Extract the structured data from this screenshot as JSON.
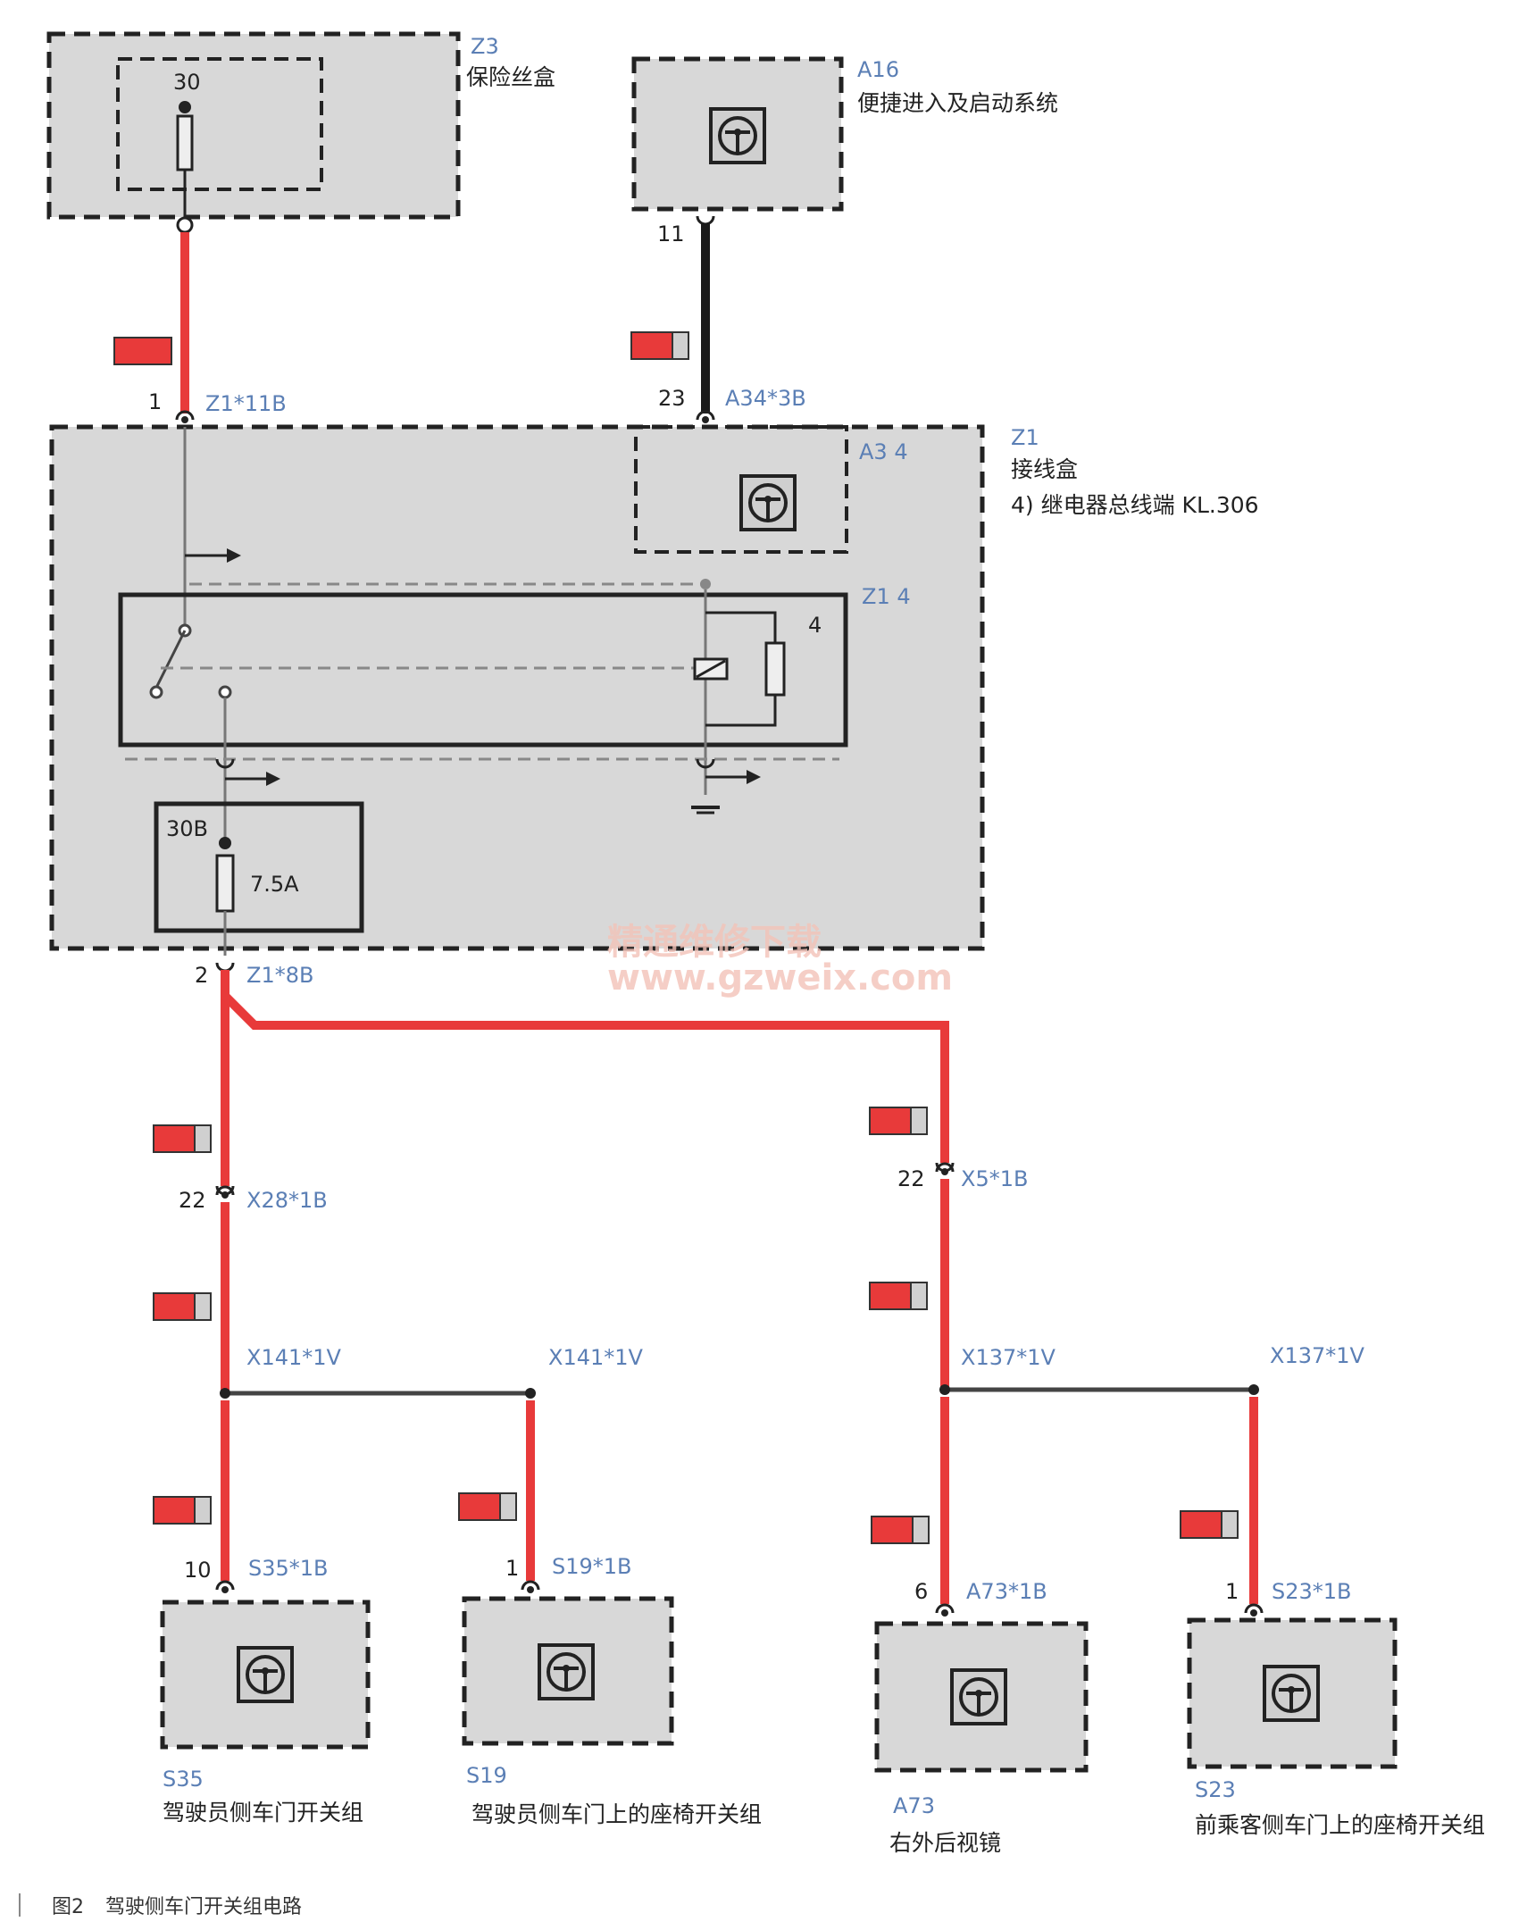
{
  "components": {
    "z3": {
      "code": "Z3",
      "name": "保险丝盒",
      "pin": "30"
    },
    "a16": {
      "code": "A16",
      "name": "便捷进入及启动系统"
    },
    "z1": {
      "code": "Z1",
      "name": "接线盒",
      "note": "4) 继电器总线端 KL.306",
      "a3_label": "A3 4",
      "z1_label": "Z1 4",
      "relay_num": "4",
      "fuse_label": "30B",
      "fuse_rating": "7.5A"
    },
    "s35": {
      "code": "S35",
      "name": "驾驶员侧车门开关组"
    },
    "s19": {
      "code": "S19",
      "name": "驾驶员侧车门上的座椅开关组"
    },
    "a73": {
      "code": "A73",
      "name": "右外后视镜"
    },
    "s23": {
      "code": "S23",
      "name": "前乘客侧车门上的座椅开关组"
    }
  },
  "connectors": {
    "z1_11b": {
      "pin": "1",
      "label": "Z1*11B"
    },
    "a34_3b": {
      "pin": "23",
      "label": "A34*3B"
    },
    "a16_pin": {
      "pin": "11"
    },
    "z1_8b": {
      "pin": "2",
      "label": "Z1*8B"
    },
    "x28_1b": {
      "pin": "22",
      "label": "X28*1B"
    },
    "x5_1b": {
      "pin": "22",
      "label": "X5*1B"
    },
    "x141_left": {
      "label": "X141*1V"
    },
    "x141_right": {
      "label": "X141*1V"
    },
    "x137_left": {
      "label": "X137*1V"
    },
    "x137_right": {
      "label": "X137*1V"
    },
    "s35_1b": {
      "pin": "10",
      "label": "S35*1B"
    },
    "s19_1b": {
      "pin": "1",
      "label": "S19*1B"
    },
    "a73_1b": {
      "pin": "6",
      "label": "A73*1B"
    },
    "s23_1b": {
      "pin": "1",
      "label": "S23*1B"
    }
  },
  "watermark": {
    "line1": "精通维修下载",
    "line2": "www.gzweix.com"
  },
  "caption": {
    "figure": "图2",
    "title": "驾驶侧车门开关组电路"
  },
  "colors": {
    "wire_red": "#e83a3a",
    "wire_black": "#1a1a1a",
    "label_blue": "#5b7fb5",
    "box_fill": "#d8d8d8"
  }
}
